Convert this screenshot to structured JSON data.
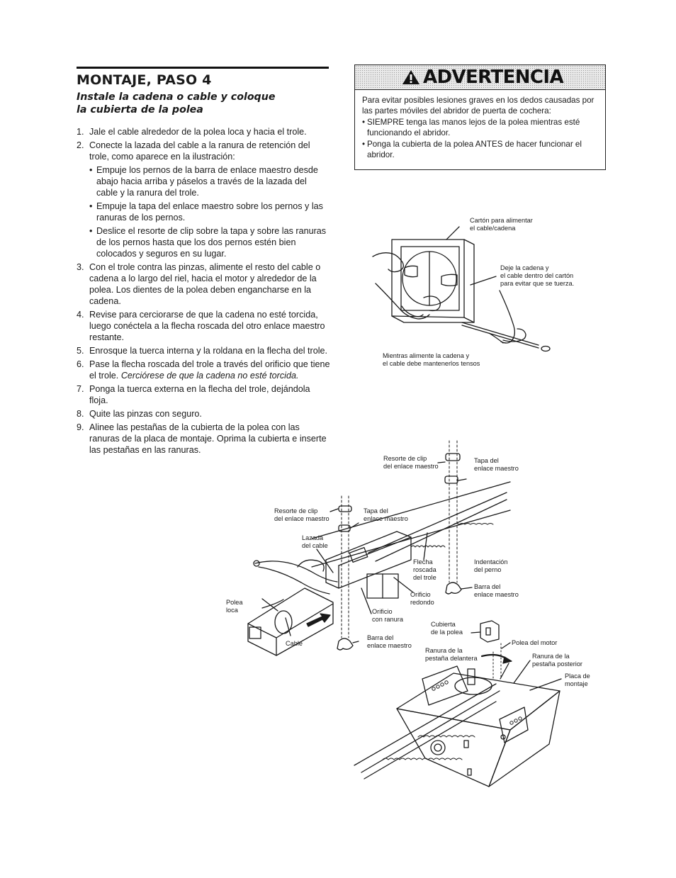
{
  "section": {
    "title": "MONTAJE, PASO 4",
    "subtitle_line1": "Instale la cadena o cable y coloque",
    "subtitle_line2": "la cubierta de la polea"
  },
  "steps": [
    {
      "num": "1.",
      "text": "Jale el cable alrededor de la polea loca y hacia el trole."
    },
    {
      "num": "2.",
      "text": "Conecte la lazada del cable a la ranura de retención del trole, como aparece en la ilustración:",
      "bullets": [
        "Empuje los pernos de la barra de enlace maestro desde abajo hacia arriba y páselos a través de la lazada del cable y la ranura del trole.",
        "Empuje la tapa del enlace maestro sobre los pernos y las ranuras de los pernos.",
        "Deslice el resorte de clip sobre la tapa y sobre las ranuras de los pernos hasta que los dos pernos estén bien colocados y seguros en su lugar."
      ]
    },
    {
      "num": "3.",
      "text": "Con el trole contra las pinzas, alimente el resto del cable o cadena a lo largo del riel, hacia el motor y alrededor de la polea. Los dientes de la polea deben engancharse en la cadena."
    },
    {
      "num": "4.",
      "text": "Revise para cerciorarse de que la cadena no esté torcida, luego conéctela a la flecha roscada del otro enlace maestro restante."
    },
    {
      "num": "5.",
      "text": "Enrosque la tuerca interna y la roldana en la flecha del trole."
    },
    {
      "num": "6.",
      "text": "Pase la flecha roscada del trole a través del orificio que tiene el trole. ",
      "emphasis": "Cerciórese de que la cadena no esté torcida."
    },
    {
      "num": "7.",
      "text": "Ponga la tuerca externa en la flecha del trole, dejándola floja."
    },
    {
      "num": "8.",
      "text": "Quite las pinzas con seguro."
    },
    {
      "num": "9.",
      "text": "Alinee las pestañas de la cubierta de la polea con las ranuras de la placa de montaje. Oprima la cubierta e inserte las pestañas en las ranuras."
    }
  ],
  "warning": {
    "title": "ADVERTENCIA",
    "intro": "Para evitar posibles lesiones graves en los dedos causadas por las partes móviles del abridor de puerta de cochera:",
    "bullets": [
      "SIEMPRE tenga las manos lejos de la polea mientras esté funcionando el abridor.",
      "Ponga la cubierta de la polea ANTES de hacer funcionar el abridor."
    ]
  },
  "labels": {
    "carton": "Cartón para alimentar\nel cable/cadena",
    "deje": "Deje la cadena y\nel cable dentro del cartón\npara evitar que se tuerza.",
    "mientras": "Mientras alimente la cadena y\nel cable debe mantenerlos tensos",
    "resorte_right": "Resorte de clip\ndel enlace maestro",
    "tapa_right": "Tapa del\nenlace maestro",
    "resorte_left": "Resorte de clip\ndel enlace maestro",
    "tapa_left": "Tapa del\nenlace maestro",
    "lazada": "Lazada\ndel cable",
    "flecha": "Flecha\nroscada\ndel trole",
    "indentacion": "Indentación\ndel perno",
    "barra_right": "Barra del\nenlace maestro",
    "orificio_redondo": "Orificio\nredondo",
    "orificio_ranura": "Orificio\ncon ranura",
    "polea_loca": "Polea\nloca",
    "cable": "Cable",
    "barra_left": "Barra del\nenlace maestro",
    "cubierta": "Cubierta\nde la polea",
    "polea_motor": "Polea del motor",
    "ranura_delantera": "Ranura de la\npestaña delantera",
    "ranura_posterior": "Ranura de la\npestaña posterior",
    "placa": "Placa de\nmontaje"
  }
}
